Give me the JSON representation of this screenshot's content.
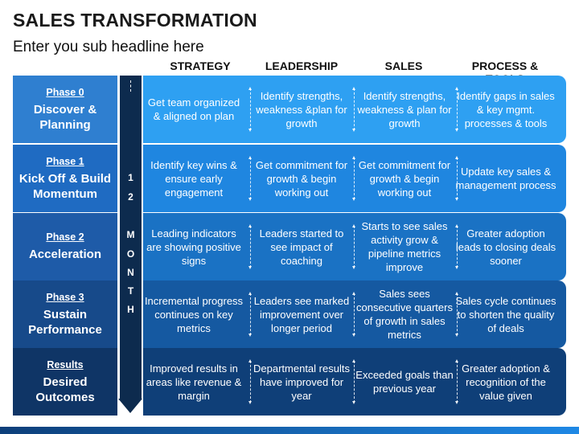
{
  "title": "SALES TRANSFORMATION",
  "subtitle": "Enter you sub headline here",
  "columns": [
    "STRATEGY",
    "LEADERSHIP",
    "SALES",
    "PROCESS & TOOLS"
  ],
  "timeline": {
    "chars": [
      "1",
      "2",
      "M",
      "O",
      "N",
      "T",
      "H"
    ]
  },
  "rows": [
    {
      "label": "Phase 0",
      "name": "Discover & Planning",
      "cells": [
        "Get team organized & aligned on plan",
        "Identify strengths, weakness &plan for growth",
        "Identify strengths, weakness & plan for growth",
        "Identify gaps in sales & key mgmt. processes & tools"
      ]
    },
    {
      "label": "Phase 1",
      "name": "Kick Off & Build Momentum",
      "cells": [
        "Identify key wins & ensure early engagement",
        "Get commitment for growth & begin working out",
        "Get commitment for growth & begin working out",
        "Update key sales & management process"
      ]
    },
    {
      "label": "Phase 2",
      "name": "Acceleration",
      "cells": [
        "Leading indicators are showing positive signs",
        "Leaders started to see impact of coaching",
        "Starts to see sales activity grow & pipeline metrics improve",
        "Greater adoption leads to closing deals sooner"
      ]
    },
    {
      "label": "Phase 3",
      "name": "Sustain Performance",
      "cells": [
        "Incremental progress continues on key metrics",
        "Leaders see marked improvement over longer period",
        "Sales sees consecutive quarters of growth in sales metrics",
        "Sales cycle continues to shorten the quality of deals"
      ]
    },
    {
      "label": "Results",
      "name": "Desired Outcomes",
      "cells": [
        "Improved results in areas like revenue & margin",
        "Departmental results have improved for year",
        "Exceeded goals than previous year",
        "Greater adoption & recognition of the value given"
      ]
    }
  ],
  "colors": {
    "phase_boxes": [
      "#2f7fd0",
      "#1f6bc2",
      "#1e5ba8",
      "#174a8a",
      "#0f3566"
    ],
    "row_bands": [
      "#2ea0f2",
      "#1f86e0",
      "#1a72c4",
      "#1559a1",
      "#0f3f78"
    ],
    "timeline_arrow": "#0d2b4e"
  }
}
